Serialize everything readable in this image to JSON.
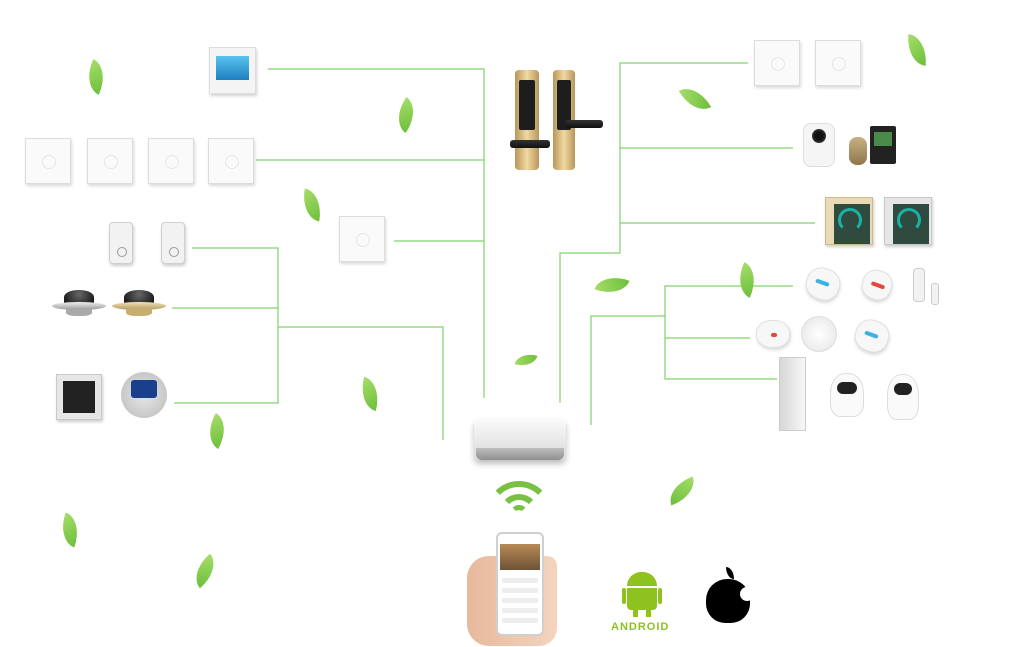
{
  "diagram": {
    "colors": {
      "connector": "#7fd36b",
      "leaf": "#7ac143",
      "wifi": "#7ac143",
      "android": "#8dc21f",
      "apple": "#000000"
    },
    "hub": {
      "icon": "gateway-hub-icon"
    },
    "wifi": {
      "icon": "wifi-signal-icon"
    },
    "phone": {
      "icon": "smartphone-app-icon"
    },
    "platforms": {
      "android": {
        "icon": "android-icon",
        "label": "ANDROID"
      },
      "apple": {
        "icon": "apple-icon"
      }
    },
    "devices": [
      "touch-screen-panel",
      "wall-switch",
      "smart-door-lock",
      "smart-plug",
      "ufo-remote",
      "thermostat",
      "curtain-switch",
      "ip-camera",
      "video-doorbell",
      "temperature-controller",
      "motion-sensor",
      "door-window-sensor",
      "smoke-detector",
      "robot-companion"
    ]
  }
}
